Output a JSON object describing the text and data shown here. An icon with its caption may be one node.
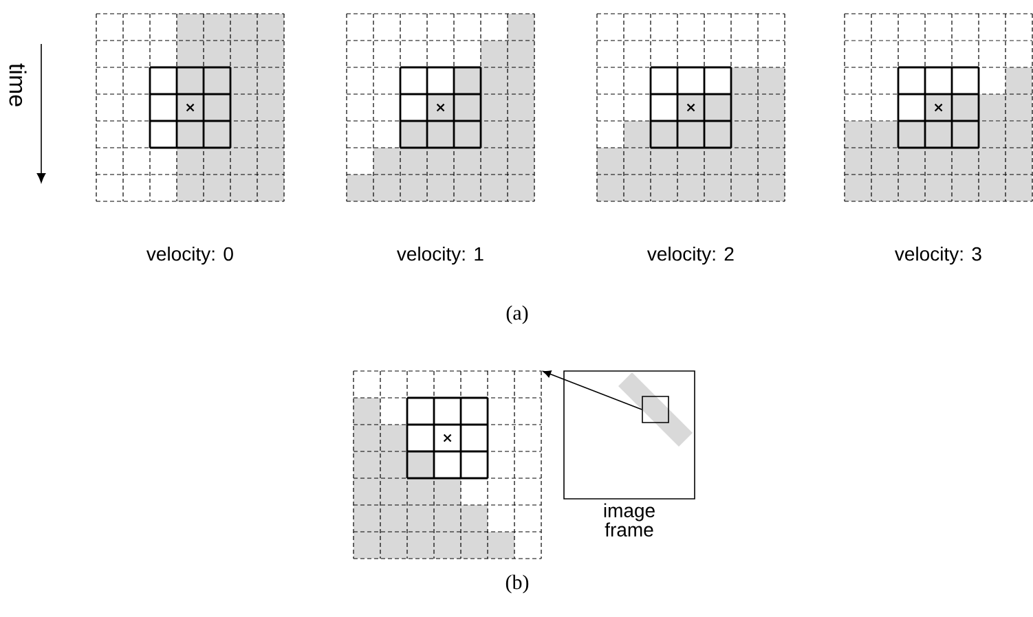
{
  "diagram": {
    "nodes": [
      {
        "text": [],
        "shape": "grid"
      },
      {
        "text": [
          "image frame"
        ]
      },
      {
        "text": [],
        "shape": "box",
        "in": 1
      }
    ],
    "edges": [
      {
        "from": 2,
        "to": 0,
        "arrow": "to"
      }
    ],
    "labels": [
      "time",
      "velocity: 0",
      "velocity: 1",
      "velocity: 2",
      "velocity: 3",
      "(a)",
      "(b)"
    ]
  }
}
